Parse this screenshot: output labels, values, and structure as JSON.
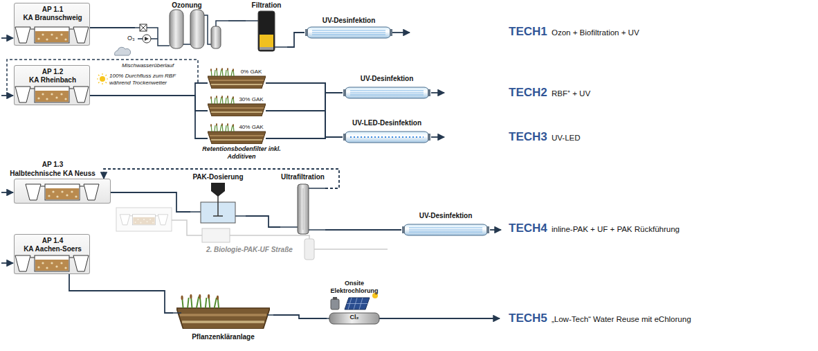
{
  "diagram": {
    "nodes": [
      {
        "text": [
          "AP 1.1",
          "KA Braunschweig"
        ]
      },
      {
        "text": [
          "Ozonung"
        ]
      },
      {
        "text": [
          "Filtration"
        ]
      },
      {
        "text": [
          "UV-Desinfektion"
        ]
      },
      {
        "text": [
          "AP 1.2",
          "KA Rheinbach"
        ]
      },
      {
        "text": [
          "Retentionsbodenfilter inkl. Additiven"
        ]
      },
      {
        "text": [
          "0% GAK"
        ],
        "in": 5
      },
      {
        "text": [
          "30% GAK"
        ],
        "in": 5
      },
      {
        "text": [
          "40% GAK"
        ],
        "in": 5
      },
      {
        "text": [
          "UV-Desinfektion"
        ]
      },
      {
        "text": [
          "UV-LED-Desinfektion"
        ]
      },
      {
        "text": [
          "AP 1.3",
          "Halbtechnische KA Neuss"
        ]
      },
      {
        "text": [
          "PAK-Dosierung"
        ]
      },
      {
        "text": [
          "Ultrafiltration"
        ]
      },
      {
        "text": [
          "UV-Desinfektion"
        ]
      },
      {
        "text": [
          "AP 1.4",
          "KA Aachen-Soers"
        ]
      },
      {
        "text": [
          "Pflanzenkläranlage"
        ]
      },
      {
        "text": [
          "Onsite Elektrochlorung",
          "Cl₂"
        ]
      }
    ],
    "edges": [
      {
        "from": 0,
        "to": 1,
        "arrow": "none"
      },
      {
        "from": 1,
        "to": 2,
        "arrow": "none"
      },
      {
        "from": 2,
        "to": 3,
        "arrow": "none"
      },
      {
        "from": 4,
        "to": 6,
        "arrow": "none"
      },
      {
        "from": 4,
        "to": 7,
        "arrow": "none"
      },
      {
        "from": 4,
        "to": 8,
        "arrow": "none"
      },
      {
        "from": 6,
        "to": 9,
        "arrow": "none"
      },
      {
        "from": 7,
        "to": 9,
        "arrow": "none"
      },
      {
        "from": 8,
        "to": 9,
        "arrow": "none"
      },
      {
        "from": 6,
        "to": 10,
        "arrow": "none"
      },
      {
        "from": 7,
        "to": 10,
        "arrow": "none"
      },
      {
        "from": 8,
        "to": 10,
        "arrow": "none"
      },
      {
        "from": 11,
        "to": 12,
        "arrow": "none"
      },
      {
        "from": 12,
        "to": 13,
        "arrow": "none"
      },
      {
        "from": 13,
        "to": 14,
        "arrow": "none"
      },
      {
        "from": 13,
        "to": 11,
        "arrow": "to"
      },
      {
        "from": 15,
        "to": 16,
        "arrow": "none"
      },
      {
        "from": 16,
        "to": 17,
        "arrow": "none"
      }
    ],
    "labels": [
      "Mischwasserüberlauf",
      "100% Durchfluss zum RBF während Trockenwetter",
      "O₃",
      "2. Biologie-PAK-UF Straße",
      "TECH1",
      "Ozon + Biofiltration + UV",
      "TECH2",
      "RBF⁺ + UV",
      "TECH3",
      "UV-LED",
      "TECH4",
      "inline-PAK + UF + PAK Rückführung",
      "TECH5",
      "„Low-Tech“ Water Reuse mit eChlorung"
    ]
  }
}
